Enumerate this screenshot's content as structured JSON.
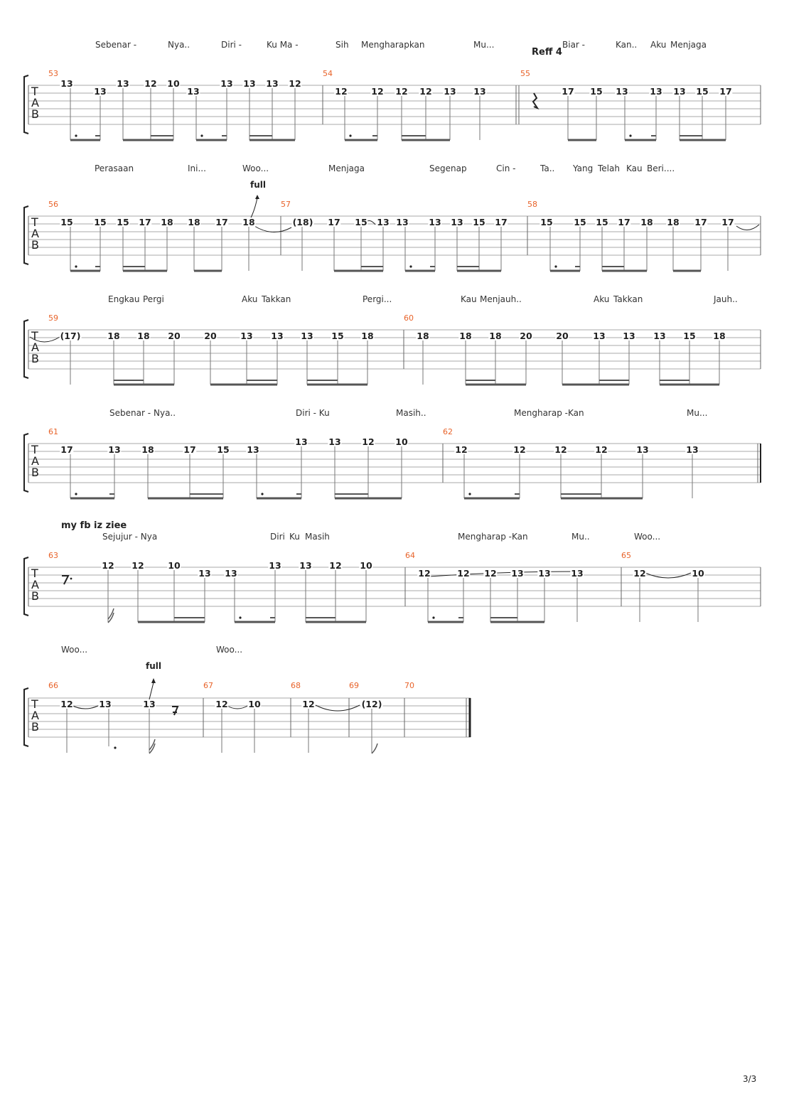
{
  "page": {
    "number": "3/3"
  },
  "systems": [
    {
      "lyrics": [
        "Sebenar -",
        "Nya..",
        "Diri -",
        "Ku Ma -",
        "Sih",
        "Mengharapkan",
        "Mu...",
        "Biar -",
        "Kan..",
        "Aku",
        "Menjaga"
      ],
      "markers": [
        "Reff 4"
      ],
      "bars": [
        "53",
        "54",
        "55"
      ],
      "frets": [
        "13",
        "13",
        "13",
        "12",
        "10",
        "13",
        "13",
        "13",
        "13",
        "12",
        "12",
        "12",
        "12",
        "12",
        "13",
        "13",
        "17",
        "15",
        "13",
        "13",
        "13",
        "15",
        "17"
      ],
      "techniques": []
    },
    {
      "lyrics": [
        "Perasaan",
        "Ini...",
        "Woo...",
        "Menjaga",
        "Segenap",
        "Cin -",
        "Ta..",
        "Yang",
        "Telah",
        "Kau",
        "Beri...."
      ],
      "markers": [],
      "bars": [
        "56",
        "57",
        "58"
      ],
      "frets": [
        "15",
        "15",
        "15",
        "17",
        "18",
        "18",
        "17",
        "18",
        "(18)",
        "17",
        "15",
        "13",
        "13",
        "13",
        "13",
        "15",
        "17",
        "15",
        "15",
        "15",
        "17",
        "18",
        "18",
        "17",
        "17"
      ],
      "techniques": [
        "full"
      ]
    },
    {
      "lyrics": [
        "Engkau",
        "Pergi",
        "Aku",
        "Takkan",
        "Pergi...",
        "Kau",
        "Menjauh..",
        "Aku",
        "Takkan",
        "Jauh.."
      ],
      "markers": [],
      "bars": [
        "59",
        "60"
      ],
      "frets": [
        "(17)",
        "18",
        "18",
        "20",
        "20",
        "13",
        "13",
        "13",
        "15",
        "18",
        "18",
        "18",
        "18",
        "20",
        "20",
        "13",
        "13",
        "13",
        "15",
        "18"
      ],
      "techniques": []
    },
    {
      "lyrics": [
        "Sebenar -",
        "Nya..",
        "Diri - Ku",
        "Masih..",
        "Mengharap -Kan",
        "Mu..."
      ],
      "markers": [],
      "bars": [
        "61",
        "62"
      ],
      "frets": [
        "17",
        "13",
        "18",
        "17",
        "15",
        "13",
        "13",
        "13",
        "12",
        "10",
        "12",
        "12",
        "12",
        "12",
        "13",
        "13"
      ],
      "techniques": []
    },
    {
      "lyrics": [
        "Sejujur - Nya",
        "Diri",
        "Ku",
        "Masih",
        "Mengharap -Kan",
        "Mu..",
        "Woo..."
      ],
      "markers": [
        "my fb iz ziee"
      ],
      "bars": [
        "63",
        "64",
        "65"
      ],
      "frets": [
        "12",
        "12",
        "10",
        "13",
        "13",
        "13",
        "13",
        "12",
        "10",
        "12",
        "12",
        "12",
        "13",
        "13",
        "13",
        "12",
        "10"
      ],
      "techniques": []
    },
    {
      "lyrics": [
        "Woo...",
        "Woo..."
      ],
      "markers": [],
      "bars": [
        "66",
        "67",
        "68",
        "69",
        "70"
      ],
      "frets": [
        "12",
        "13",
        "13",
        "12",
        "10",
        "12",
        "(12)"
      ],
      "techniques": [
        "full"
      ]
    }
  ]
}
